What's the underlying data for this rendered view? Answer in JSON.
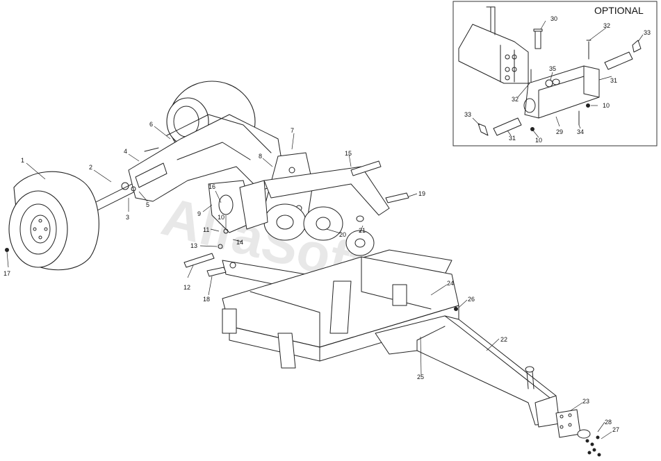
{
  "optional_title": "OPTIONAL",
  "watermark": "AlfaSoft.ru",
  "callouts": [
    "1",
    "2",
    "3",
    "4",
    "5",
    "6",
    "7",
    "8",
    "9",
    "10",
    "11",
    "12",
    "13",
    "14",
    "15",
    "16",
    "17",
    "18",
    "19",
    "20",
    "21",
    "22",
    "23",
    "24",
    "25",
    "26",
    "27",
    "28"
  ],
  "inset_callouts": [
    "30",
    "32",
    "33",
    "35",
    "31",
    "32",
    "10",
    "33",
    "31",
    "10",
    "29",
    "34"
  ]
}
